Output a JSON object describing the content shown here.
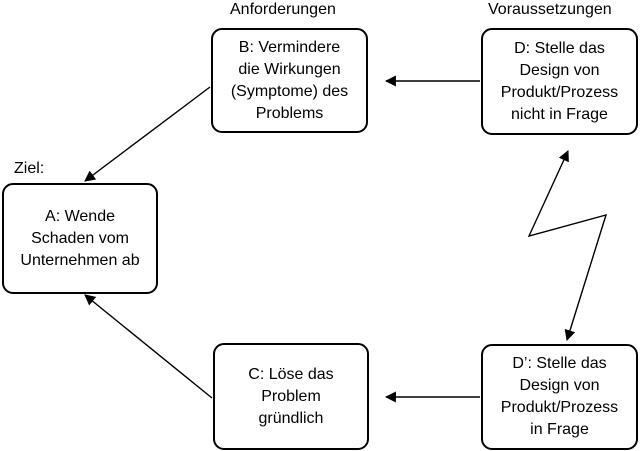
{
  "headings": {
    "anforderungen": "Anforderungen",
    "voraussetzungen": "Voraussetzungen",
    "ziel": "Ziel:"
  },
  "boxes": {
    "a": {
      "lines": [
        "A: Wende",
        "Schaden vom",
        "Unternehmen ab"
      ]
    },
    "b": {
      "lines": [
        "B: Vermindere",
        "die Wirkungen",
        "(Symptome) des",
        "Problems"
      ]
    },
    "c": {
      "lines": [
        "C: Löse das",
        "Problem",
        "gründlich"
      ]
    },
    "d": {
      "lines": [
        "D: Stelle das",
        "Design von",
        "Produkt/Prozess",
        "nicht in Frage"
      ]
    },
    "d2": {
      "lines": [
        "D’: Stelle das",
        "Design von",
        "Produkt/Prozess",
        "in Frage"
      ]
    }
  },
  "colors": {
    "stroke": "#000000",
    "background": "#ffffff"
  }
}
